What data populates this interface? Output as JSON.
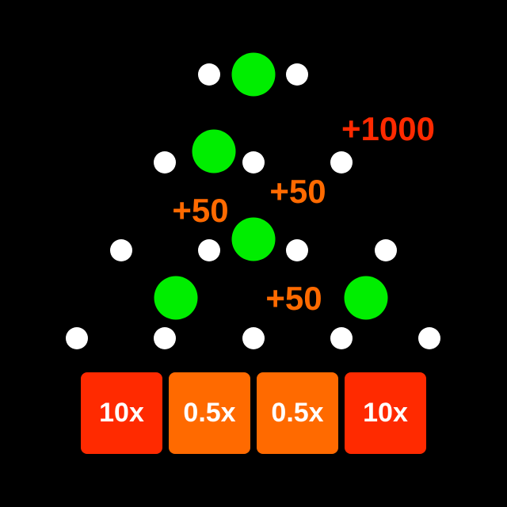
{
  "colors": {
    "peg": "#ffffff",
    "ball": "#00ee00",
    "red": "#ff2a00",
    "orange": "#ff6a00",
    "background": "#000000"
  },
  "score_popups": [
    {
      "text": "+1000",
      "color": "red"
    },
    {
      "text": "+50",
      "color": "orange"
    },
    {
      "text": "+50",
      "color": "orange"
    },
    {
      "text": "+50",
      "color": "orange"
    }
  ],
  "buckets": [
    {
      "label": "10x",
      "color": "red"
    },
    {
      "label": "0.5x",
      "color": "orange"
    },
    {
      "label": "0.5x",
      "color": "orange"
    },
    {
      "label": "10x",
      "color": "red"
    }
  ]
}
